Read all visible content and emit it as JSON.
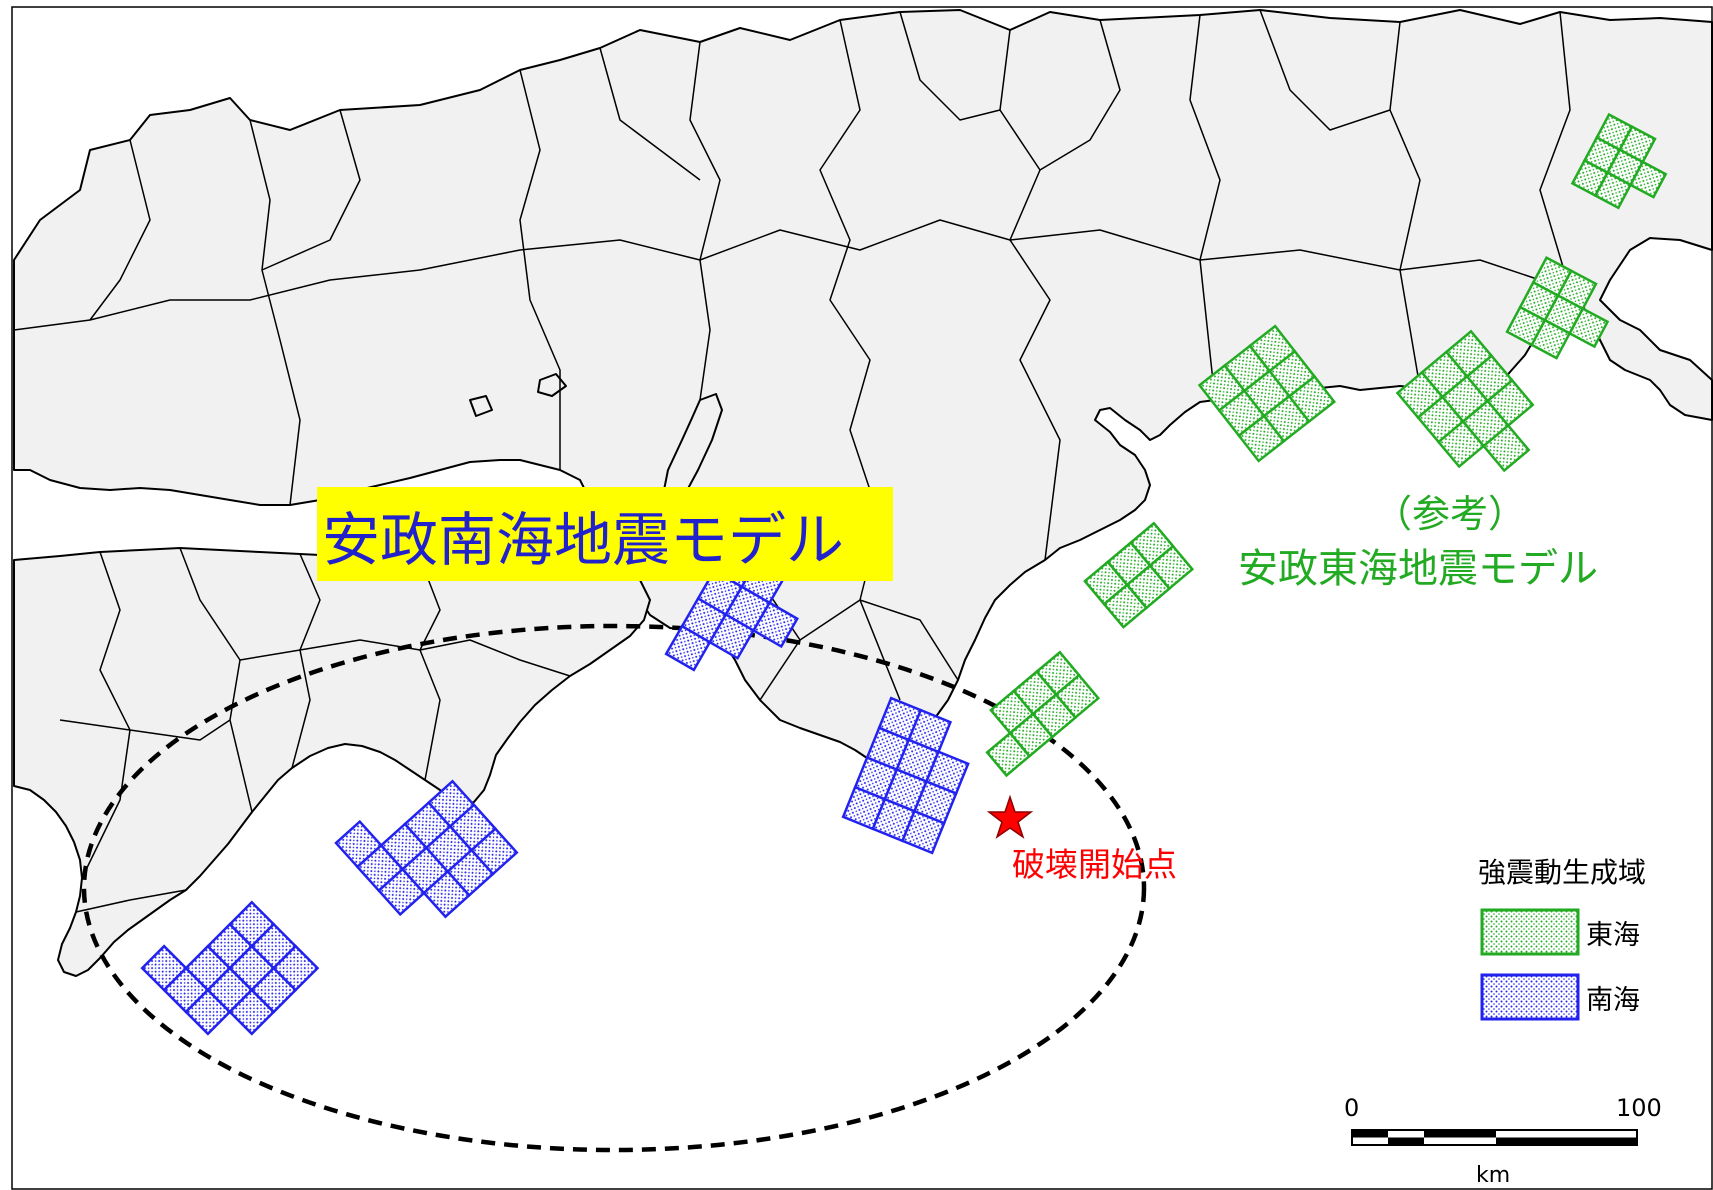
{
  "title": "安政南海地震モデル",
  "reference": {
    "line1": "（参考）",
    "line2": "安政東海地震モデル"
  },
  "epicenter_label": "破壊開始点",
  "legend": {
    "title": "強震動生成域",
    "items": [
      {
        "label": "東海",
        "color": "#22aa22"
      },
      {
        "label": "南海",
        "color": "#2222ee"
      }
    ]
  },
  "scale_bar": {
    "min_label": "0",
    "max_label": "100",
    "unit": "km"
  },
  "colors": {
    "tokai": "#22aa22",
    "nankai": "#2222ee",
    "epicenter": "#ff0000",
    "title_background": "#ffff00",
    "title_text": "#2222cc",
    "land": "#f1f1f1"
  }
}
